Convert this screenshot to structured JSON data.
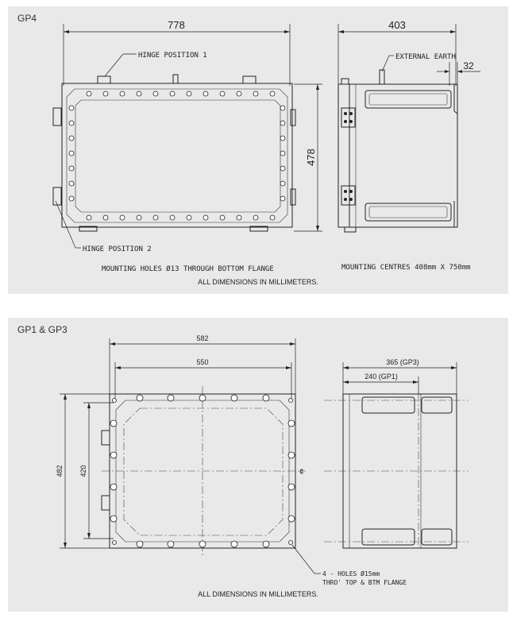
{
  "gp4": {
    "title": "GP4",
    "dims": {
      "width": "778",
      "depth": "403",
      "height": "478",
      "flange": "32"
    },
    "labels": {
      "hinge1": "HINGE POSITION 1",
      "hinge2": "HINGE POSITION 2",
      "earth": "EXTERNAL EARTH",
      "mounting_holes": "MOUNTING HOLES Ø13 THROUGH BOTTOM FLANGE",
      "mounting_centres": "MOUNTING CENTRES 408mm X 750mm",
      "footer": "ALL DIMENSIONS IN MILLIMETERS."
    }
  },
  "gp13": {
    "title": "GP1 & GP3",
    "dims": {
      "outer_width": "582",
      "inner_width": "550",
      "outer_height": "482",
      "inner_height": "420",
      "depth_gp3": "365 (GP3)",
      "depth_gp1": "240 (GP1)"
    },
    "labels": {
      "centre_mark": "¢",
      "holes_line1": "4 - HOLES Ø15mm",
      "holes_line2": "THRO' TOP & BTM FLANGE",
      "footer": "ALL DIMENSIONS IN MILLIMETERS."
    }
  }
}
